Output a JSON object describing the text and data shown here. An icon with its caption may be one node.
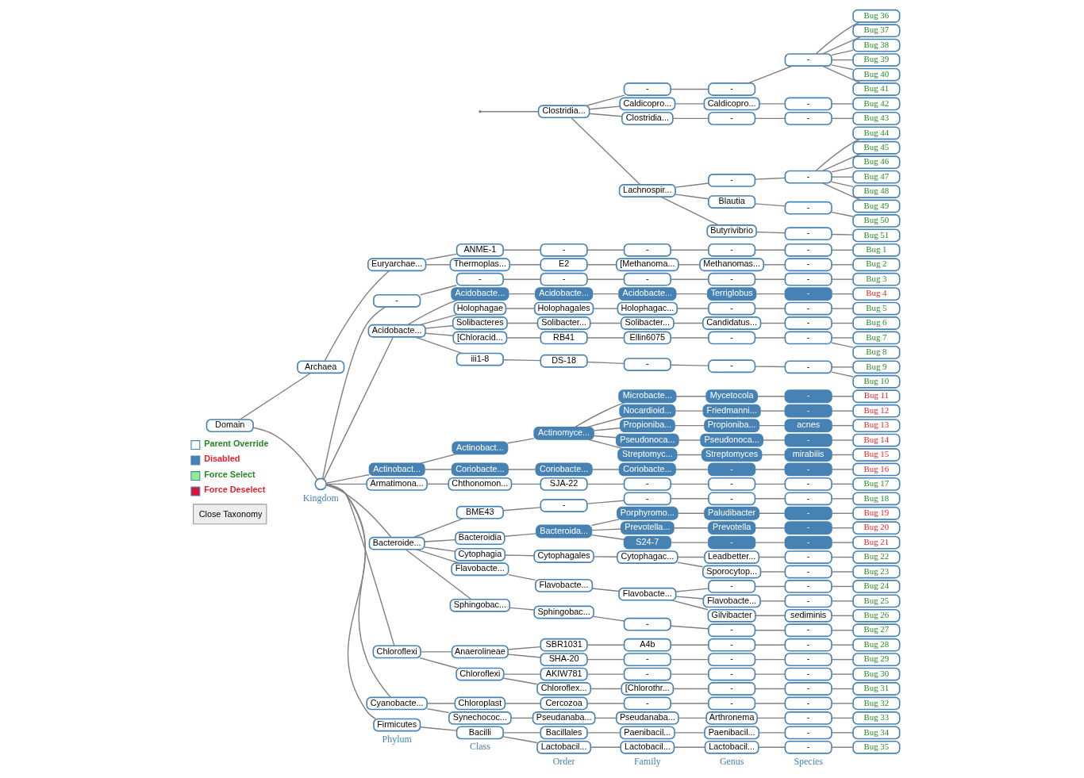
{
  "diagram": {
    "nodes": [
      {
        "text": [
          "Domain"
        ]
      },
      {
        "text": [
          "Archaea"
        ]
      },
      {
        "text": [
          "Euryarchae..."
        ]
      },
      {
        "text": [
          "ANME-1"
        ]
      },
      {
        "text": [
          "-"
        ]
      },
      {
        "text": [
          "-"
        ]
      },
      {
        "text": [
          "-"
        ]
      },
      {
        "text": [
          "-"
        ]
      },
      {
        "text": [
          "Bug 1"
        ]
      },
      {
        "text": [
          "Thermoplas..."
        ]
      },
      {
        "text": [
          "E2"
        ]
      },
      {
        "text": [
          "[Methanoma..."
        ]
      },
      {
        "text": [
          "Methanomas..."
        ]
      },
      {
        "text": [
          "-"
        ]
      },
      {
        "text": [
          "Bug 2"
        ]
      },
      {
        "text": [],
        "shape": "circle"
      },
      {
        "text": [
          "-"
        ]
      },
      {
        "text": [
          "-"
        ]
      },
      {
        "text": [
          "-"
        ]
      },
      {
        "text": [
          "-"
        ]
      },
      {
        "text": [
          "-"
        ]
      },
      {
        "text": [
          "-"
        ]
      },
      {
        "text": [
          "Bug 3"
        ]
      },
      {
        "text": [
          "Acidobacte..."
        ]
      },
      {
        "text": [
          "Acidobacte..."
        ]
      },
      {
        "text": [
          "Acidobacte..."
        ]
      },
      {
        "text": [
          "Acidobacte..."
        ]
      },
      {
        "text": [
          "Terriglobus"
        ]
      },
      {
        "text": [
          "-"
        ]
      },
      {
        "text": [
          "Bug 4"
        ]
      },
      {
        "text": [
          "Holophagae"
        ]
      },
      {
        "text": [
          "Holophagales"
        ]
      },
      {
        "text": [
          "Holophagac..."
        ]
      },
      {
        "text": [
          "-"
        ]
      },
      {
        "text": [
          "-"
        ]
      },
      {
        "text": [
          "Bug 5"
        ]
      },
      {
        "text": [
          "Solibacteres"
        ]
      },
      {
        "text": [
          "Solibacter..."
        ]
      },
      {
        "text": [
          "Solibacter..."
        ]
      },
      {
        "text": [
          "Candidatus..."
        ]
      },
      {
        "text": [
          "-"
        ]
      },
      {
        "text": [
          "Bug 6"
        ]
      },
      {
        "text": [
          "[Chloracid..."
        ]
      },
      {
        "text": [
          "RB41"
        ]
      },
      {
        "text": [
          "Ellin6075"
        ]
      },
      {
        "text": [
          "-"
        ]
      },
      {
        "text": [
          "-"
        ]
      },
      {
        "text": [
          "Bug 7"
        ]
      },
      {
        "text": [
          "Bug 8"
        ]
      },
      {
        "text": [
          "iii1-8"
        ]
      },
      {
        "text": [
          "DS-18"
        ]
      },
      {
        "text": [
          "-"
        ]
      },
      {
        "text": [
          "-"
        ]
      },
      {
        "text": [
          "-"
        ]
      },
      {
        "text": [
          "Bug 9"
        ]
      },
      {
        "text": [
          "Bug 10"
        ]
      },
      {
        "text": [
          "Actinobact..."
        ]
      },
      {
        "text": [
          "Actinobact..."
        ]
      },
      {
        "text": [
          "Actinomyce..."
        ]
      },
      {
        "text": [
          "Microbacte..."
        ]
      },
      {
        "text": [
          "Mycetocola"
        ]
      },
      {
        "text": [
          "-"
        ]
      },
      {
        "text": [
          "Bug 11"
        ]
      },
      {
        "text": [
          "Nocardioid..."
        ]
      },
      {
        "text": [
          "Friedmanni..."
        ]
      },
      {
        "text": [
          "-"
        ]
      },
      {
        "text": [
          "Bug 12"
        ]
      },
      {
        "text": [
          "Propioniba..."
        ]
      },
      {
        "text": [
          "Propioniba..."
        ]
      },
      {
        "text": [
          "acnes"
        ]
      },
      {
        "text": [
          "Bug 13"
        ]
      },
      {
        "text": [
          "Pseudonoca..."
        ]
      },
      {
        "text": [
          "Pseudonoca..."
        ]
      },
      {
        "text": [
          "-"
        ]
      },
      {
        "text": [
          "Bug 14"
        ]
      },
      {
        "text": [
          "Streptomyc..."
        ]
      },
      {
        "text": [
          "Streptomyces"
        ]
      },
      {
        "text": [
          "mirabilis"
        ]
      },
      {
        "text": [
          "Bug 15"
        ]
      },
      {
        "text": [
          "Coriobacte..."
        ]
      },
      {
        "text": [
          "Coriobacte..."
        ]
      },
      {
        "text": [
          "Coriobacte..."
        ]
      },
      {
        "text": [
          "-"
        ]
      },
      {
        "text": [
          "-"
        ]
      },
      {
        "text": [
          "Bug 16"
        ]
      },
      {
        "text": [
          "Armatimona..."
        ]
      },
      {
        "text": [
          "Chthonomon..."
        ]
      },
      {
        "text": [
          "SJA-22"
        ]
      },
      {
        "text": [
          "-"
        ]
      },
      {
        "text": [
          "-"
        ]
      },
      {
        "text": [
          "-"
        ]
      },
      {
        "text": [
          "Bug 17"
        ]
      },
      {
        "text": [
          "Bacteroide..."
        ]
      },
      {
        "text": [
          "BME43"
        ]
      },
      {
        "text": [
          "-"
        ]
      },
      {
        "text": [
          "-"
        ]
      },
      {
        "text": [
          "-"
        ]
      },
      {
        "text": [
          "-"
        ]
      },
      {
        "text": [
          "Bug 18"
        ]
      },
      {
        "text": [
          "Bacteroidia"
        ]
      },
      {
        "text": [
          "Bacteroida..."
        ]
      },
      {
        "text": [
          "Porphyromo..."
        ]
      },
      {
        "text": [
          "Paludibacter"
        ]
      },
      {
        "text": [
          "-"
        ]
      },
      {
        "text": [
          "Bug 19"
        ]
      },
      {
        "text": [
          "Prevotella..."
        ]
      },
      {
        "text": [
          "Prevotella"
        ]
      },
      {
        "text": [
          "-"
        ]
      },
      {
        "text": [
          "Bug 20"
        ]
      },
      {
        "text": [
          "S24-7"
        ]
      },
      {
        "text": [
          "-"
        ]
      },
      {
        "text": [
          "-"
        ]
      },
      {
        "text": [
          "Bug 21"
        ]
      },
      {
        "text": [
          "Cytophagia"
        ]
      },
      {
        "text": [
          "Cytophagales"
        ]
      },
      {
        "text": [
          "Cytophagac..."
        ]
      },
      {
        "text": [
          "Leadbetter..."
        ]
      },
      {
        "text": [
          "-"
        ]
      },
      {
        "text": [
          "Bug 22"
        ]
      },
      {
        "text": [
          "Sporocytop..."
        ]
      },
      {
        "text": [
          "-"
        ]
      },
      {
        "text": [
          "Bug 23"
        ]
      },
      {
        "text": [
          "Flavobacte..."
        ]
      },
      {
        "text": [
          "Flavobacte..."
        ]
      },
      {
        "text": [
          "Flavobacte..."
        ]
      },
      {
        "text": [
          "-"
        ]
      },
      {
        "text": [
          "-"
        ]
      },
      {
        "text": [
          "Bug 24"
        ]
      },
      {
        "text": [
          "Flavobacte..."
        ]
      },
      {
        "text": [
          "-"
        ]
      },
      {
        "text": [
          "Bug 25"
        ]
      },
      {
        "text": [
          "Gilvibacter"
        ]
      },
      {
        "text": [
          "sediminis"
        ]
      },
      {
        "text": [
          "Bug 26"
        ]
      },
      {
        "text": [
          "Sphingobac..."
        ]
      },
      {
        "text": [
          "Sphingobac..."
        ]
      },
      {
        "text": [
          "-"
        ]
      },
      {
        "text": [
          "-"
        ]
      },
      {
        "text": [
          "-"
        ]
      },
      {
        "text": [
          "Bug 27"
        ]
      },
      {
        "text": [
          "Chloroflexi"
        ]
      },
      {
        "text": [
          "Anaerolineae"
        ]
      },
      {
        "text": [
          "SBR1031"
        ]
      },
      {
        "text": [
          "A4b"
        ]
      },
      {
        "text": [
          "-"
        ]
      },
      {
        "text": [
          "-"
        ]
      },
      {
        "text": [
          "Bug 28"
        ]
      },
      {
        "text": [
          "SHA-20"
        ]
      },
      {
        "text": [
          "-"
        ]
      },
      {
        "text": [
          "-"
        ]
      },
      {
        "text": [
          "-"
        ]
      },
      {
        "text": [
          "Bug 29"
        ]
      },
      {
        "text": [
          "Chloroflexi"
        ]
      },
      {
        "text": [
          "AKIW781"
        ]
      },
      {
        "text": [
          "-"
        ]
      },
      {
        "text": [
          "-"
        ]
      },
      {
        "text": [
          "-"
        ]
      },
      {
        "text": [
          "Bug 30"
        ]
      },
      {
        "text": [
          "Chloroflex..."
        ]
      },
      {
        "text": [
          "[Chlorothr..."
        ]
      },
      {
        "text": [
          "-"
        ]
      },
      {
        "text": [
          "-"
        ]
      },
      {
        "text": [
          "Bug 31"
        ]
      },
      {
        "text": [
          "Cyanobacte..."
        ]
      },
      {
        "text": [
          "Chloroplast"
        ]
      },
      {
        "text": [
          "Cercozoa"
        ]
      },
      {
        "text": [
          "-"
        ]
      },
      {
        "text": [
          "-"
        ]
      },
      {
        "text": [
          "-"
        ]
      },
      {
        "text": [
          "Bug 32"
        ]
      },
      {
        "text": [
          "Synechococ..."
        ]
      },
      {
        "text": [
          "Pseudanaba..."
        ]
      },
      {
        "text": [
          "Pseudanaba..."
        ]
      },
      {
        "text": [
          "Arthronema"
        ]
      },
      {
        "text": [
          "-"
        ]
      },
      {
        "text": [
          "Bug 33"
        ]
      },
      {
        "text": [
          "Firmicutes"
        ]
      },
      {
        "text": [
          "Bacilli"
        ]
      },
      {
        "text": [
          "Bacillales"
        ]
      },
      {
        "text": [
          "Paenibacil..."
        ]
      },
      {
        "text": [
          "Paenibacil..."
        ]
      },
      {
        "text": [
          "-"
        ]
      },
      {
        "text": [
          "Bug 34"
        ]
      },
      {
        "text": [
          "Lactobacil..."
        ]
      },
      {
        "text": [
          "Lactobacil..."
        ]
      },
      {
        "text": [
          "Lactobacil..."
        ]
      },
      {
        "text": [
          "-"
        ]
      },
      {
        "text": [
          "Bug 35"
        ]
      },
      {
        "text": [
          "Clostridia..."
        ]
      },
      {
        "text": [
          "-"
        ]
      },
      {
        "text": [
          "-"
        ]
      },
      {
        "text": [
          "-"
        ]
      },
      {
        "text": [
          "Bug 36"
        ]
      },
      {
        "text": [
          "Bug 37"
        ]
      },
      {
        "text": [
          "Bug 38"
        ]
      },
      {
        "text": [
          "Bug 39"
        ]
      },
      {
        "text": [
          "Bug 40"
        ]
      },
      {
        "text": [
          "Bug 41"
        ]
      },
      {
        "text": [
          "Caldicopro..."
        ]
      },
      {
        "text": [
          "Caldicopro..."
        ]
      },
      {
        "text": [
          "-"
        ]
      },
      {
        "text": [
          "Bug 42"
        ]
      },
      {
        "text": [
          "Clostridia..."
        ]
      },
      {
        "text": [
          "-"
        ]
      },
      {
        "text": [
          "-"
        ]
      },
      {
        "text": [
          "Bug 43"
        ]
      },
      {
        "text": [
          "Lachnospir..."
        ]
      },
      {
        "text": [
          "-"
        ]
      },
      {
        "text": [
          "-"
        ]
      },
      {
        "text": [
          "Bug 44"
        ]
      },
      {
        "text": [
          "Bug 45"
        ]
      },
      {
        "text": [
          "Bug 46"
        ]
      },
      {
        "text": [
          "Bug 47"
        ]
      },
      {
        "text": [
          "Bug 48"
        ]
      },
      {
        "text": [
          "Bug 49"
        ]
      },
      {
        "text": [
          "Blautia"
        ]
      },
      {
        "text": [
          "-"
        ]
      },
      {
        "text": [
          "Bug 50"
        ]
      },
      {
        "text": [
          "Butyrivibrio"
        ]
      },
      {
        "text": [
          "-"
        ]
      },
      {
        "text": [
          "Bug 51"
        ]
      }
    ],
    "edges": [
      {
        "from": 0,
        "to": 1,
        "arrow": "none"
      },
      {
        "from": 1,
        "to": 2,
        "arrow": "none"
      },
      {
        "from": 2,
        "to": 3,
        "arrow": "none"
      },
      {
        "from": 3,
        "to": 4,
        "arrow": "none"
      },
      {
        "from": 4,
        "to": 5,
        "arrow": "none"
      },
      {
        "from": 5,
        "to": 6,
        "arrow": "none"
      },
      {
        "from": 6,
        "to": 7,
        "arrow": "none"
      },
      {
        "from": 7,
        "to": 8,
        "arrow": "none"
      },
      {
        "from": 2,
        "to": 9,
        "arrow": "none"
      },
      {
        "from": 9,
        "to": 10,
        "arrow": "none"
      },
      {
        "from": 10,
        "to": 11,
        "arrow": "none"
      },
      {
        "from": 11,
        "to": 12,
        "arrow": "none"
      },
      {
        "from": 12,
        "to": 13,
        "arrow": "none"
      },
      {
        "from": 13,
        "to": 14,
        "arrow": "none"
      },
      {
        "from": 0,
        "to": 15,
        "arrow": "none"
      },
      {
        "from": 15,
        "to": 16,
        "arrow": "none"
      },
      {
        "from": 16,
        "to": 17,
        "arrow": "none"
      },
      {
        "from": 17,
        "to": 18,
        "arrow": "none"
      },
      {
        "from": 18,
        "to": 19,
        "arrow": "none"
      },
      {
        "from": 19,
        "to": 20,
        "arrow": "none"
      },
      {
        "from": 20,
        "to": 21,
        "arrow": "none"
      },
      {
        "from": 21,
        "to": 22,
        "arrow": "none"
      },
      {
        "from": 15,
        "to": 23,
        "arrow": "none"
      },
      {
        "from": 23,
        "to": 24,
        "arrow": "none"
      },
      {
        "from": 24,
        "to": 25,
        "arrow": "none"
      },
      {
        "from": 25,
        "to": 26,
        "arrow": "none"
      },
      {
        "from": 26,
        "to": 27,
        "arrow": "none"
      },
      {
        "from": 27,
        "to": 28,
        "arrow": "none"
      },
      {
        "from": 28,
        "to": 29,
        "arrow": "none"
      },
      {
        "from": 23,
        "to": 30,
        "arrow": "none"
      },
      {
        "from": 30,
        "to": 31,
        "arrow": "none"
      },
      {
        "from": 31,
        "to": 32,
        "arrow": "none"
      },
      {
        "from": 32,
        "to": 33,
        "arrow": "none"
      },
      {
        "from": 33,
        "to": 34,
        "arrow": "none"
      },
      {
        "from": 34,
        "to": 35,
        "arrow": "none"
      },
      {
        "from": 23,
        "to": 36,
        "arrow": "none"
      },
      {
        "from": 36,
        "to": 37,
        "arrow": "none"
      },
      {
        "from": 37,
        "to": 38,
        "arrow": "none"
      },
      {
        "from": 38,
        "to": 39,
        "arrow": "none"
      },
      {
        "from": 39,
        "to": 40,
        "arrow": "none"
      },
      {
        "from": 40,
        "to": 41,
        "arrow": "none"
      },
      {
        "from": 23,
        "to": 42,
        "arrow": "none"
      },
      {
        "from": 42,
        "to": 43,
        "arrow": "none"
      },
      {
        "from": 43,
        "to": 44,
        "arrow": "none"
      },
      {
        "from": 44,
        "to": 45,
        "arrow": "none"
      },
      {
        "from": 45,
        "to": 46,
        "arrow": "none"
      },
      {
        "from": 46,
        "to": 47,
        "arrow": "none"
      },
      {
        "from": 46,
        "to": 48,
        "arrow": "none"
      },
      {
        "from": 23,
        "to": 49,
        "arrow": "none"
      },
      {
        "from": 49,
        "to": 50,
        "arrow": "none"
      },
      {
        "from": 50,
        "to": 51,
        "arrow": "none"
      },
      {
        "from": 51,
        "to": 52,
        "arrow": "none"
      },
      {
        "from": 52,
        "to": 53,
        "arrow": "none"
      },
      {
        "from": 53,
        "to": 54,
        "arrow": "none"
      },
      {
        "from": 53,
        "to": 55,
        "arrow": "none"
      },
      {
        "from": 15,
        "to": 56,
        "arrow": "none"
      },
      {
        "from": 56,
        "to": 57,
        "arrow": "none"
      },
      {
        "from": 57,
        "to": 58,
        "arrow": "none"
      },
      {
        "from": 58,
        "to": 59,
        "arrow": "none"
      },
      {
        "from": 59,
        "to": 60,
        "arrow": "none"
      },
      {
        "from": 60,
        "to": 61,
        "arrow": "none"
      },
      {
        "from": 61,
        "to": 62,
        "arrow": "none"
      },
      {
        "from": 58,
        "to": 63,
        "arrow": "none"
      },
      {
        "from": 63,
        "to": 64,
        "arrow": "none"
      },
      {
        "from": 64,
        "to": 65,
        "arrow": "none"
      },
      {
        "from": 65,
        "to": 66,
        "arrow": "none"
      },
      {
        "from": 58,
        "to": 67,
        "arrow": "none"
      },
      {
        "from": 67,
        "to": 68,
        "arrow": "none"
      },
      {
        "from": 68,
        "to": 69,
        "arrow": "none"
      },
      {
        "from": 69,
        "to": 70,
        "arrow": "none"
      },
      {
        "from": 58,
        "to": 71,
        "arrow": "none"
      },
      {
        "from": 71,
        "to": 72,
        "arrow": "none"
      },
      {
        "from": 72,
        "to": 73,
        "arrow": "none"
      },
      {
        "from": 73,
        "to": 74,
        "arrow": "none"
      },
      {
        "from": 58,
        "to": 75,
        "arrow": "none"
      },
      {
        "from": 75,
        "to": 76,
        "arrow": "none"
      },
      {
        "from": 76,
        "to": 77,
        "arrow": "none"
      },
      {
        "from": 77,
        "to": 78,
        "arrow": "none"
      },
      {
        "from": 56,
        "to": 79,
        "arrow": "none"
      },
      {
        "from": 79,
        "to": 80,
        "arrow": "none"
      },
      {
        "from": 80,
        "to": 81,
        "arrow": "none"
      },
      {
        "from": 81,
        "to": 82,
        "arrow": "none"
      },
      {
        "from": 82,
        "to": 83,
        "arrow": "none"
      },
      {
        "from": 83,
        "to": 84,
        "arrow": "none"
      },
      {
        "from": 15,
        "to": 85,
        "arrow": "none"
      },
      {
        "from": 85,
        "to": 86,
        "arrow": "none"
      },
      {
        "from": 86,
        "to": 87,
        "arrow": "none"
      },
      {
        "from": 87,
        "to": 88,
        "arrow": "none"
      },
      {
        "from": 88,
        "to": 89,
        "arrow": "none"
      },
      {
        "from": 89,
        "to": 90,
        "arrow": "none"
      },
      {
        "from": 90,
        "to": 91,
        "arrow": "none"
      },
      {
        "from": 15,
        "to": 92,
        "arrow": "none"
      },
      {
        "from": 92,
        "to": 93,
        "arrow": "none"
      },
      {
        "from": 93,
        "to": 94,
        "arrow": "none"
      },
      {
        "from": 94,
        "to": 95,
        "arrow": "none"
      },
      {
        "from": 95,
        "to": 96,
        "arrow": "none"
      },
      {
        "from": 96,
        "to": 97,
        "arrow": "none"
      },
      {
        "from": 97,
        "to": 98,
        "arrow": "none"
      },
      {
        "from": 92,
        "to": 99,
        "arrow": "none"
      },
      {
        "from": 99,
        "to": 100,
        "arrow": "none"
      },
      {
        "from": 100,
        "to": 101,
        "arrow": "none"
      },
      {
        "from": 101,
        "to": 102,
        "arrow": "none"
      },
      {
        "from": 102,
        "to": 103,
        "arrow": "none"
      },
      {
        "from": 103,
        "to": 104,
        "arrow": "none"
      },
      {
        "from": 100,
        "to": 105,
        "arrow": "none"
      },
      {
        "from": 105,
        "to": 106,
        "arrow": "none"
      },
      {
        "from": 106,
        "to": 107,
        "arrow": "none"
      },
      {
        "from": 107,
        "to": 108,
        "arrow": "none"
      },
      {
        "from": 100,
        "to": 109,
        "arrow": "none"
      },
      {
        "from": 109,
        "to": 110,
        "arrow": "none"
      },
      {
        "from": 110,
        "to": 111,
        "arrow": "none"
      },
      {
        "from": 111,
        "to": 112,
        "arrow": "none"
      },
      {
        "from": 92,
        "to": 113,
        "arrow": "none"
      },
      {
        "from": 113,
        "to": 114,
        "arrow": "none"
      },
      {
        "from": 114,
        "to": 115,
        "arrow": "none"
      },
      {
        "from": 115,
        "to": 116,
        "arrow": "none"
      },
      {
        "from": 116,
        "to": 117,
        "arrow": "none"
      },
      {
        "from": 117,
        "to": 118,
        "arrow": "none"
      },
      {
        "from": 115,
        "to": 119,
        "arrow": "none"
      },
      {
        "from": 119,
        "to": 120,
        "arrow": "none"
      },
      {
        "from": 120,
        "to": 121,
        "arrow": "none"
      },
      {
        "from": 92,
        "to": 122,
        "arrow": "none"
      },
      {
        "from": 122,
        "to": 123,
        "arrow": "none"
      },
      {
        "from": 123,
        "to": 124,
        "arrow": "none"
      },
      {
        "from": 124,
        "to": 125,
        "arrow": "none"
      },
      {
        "from": 125,
        "to": 126,
        "arrow": "none"
      },
      {
        "from": 126,
        "to": 127,
        "arrow": "none"
      },
      {
        "from": 124,
        "to": 128,
        "arrow": "none"
      },
      {
        "from": 128,
        "to": 129,
        "arrow": "none"
      },
      {
        "from": 129,
        "to": 130,
        "arrow": "none"
      },
      {
        "from": 124,
        "to": 131,
        "arrow": "none"
      },
      {
        "from": 131,
        "to": 132,
        "arrow": "none"
      },
      {
        "from": 132,
        "to": 133,
        "arrow": "none"
      },
      {
        "from": 92,
        "to": 134,
        "arrow": "none"
      },
      {
        "from": 134,
        "to": 135,
        "arrow": "none"
      },
      {
        "from": 135,
        "to": 136,
        "arrow": "none"
      },
      {
        "from": 136,
        "to": 137,
        "arrow": "none"
      },
      {
        "from": 137,
        "to": 138,
        "arrow": "none"
      },
      {
        "from": 138,
        "to": 139,
        "arrow": "none"
      },
      {
        "from": 15,
        "to": 140,
        "arrow": "none"
      },
      {
        "from": 140,
        "to": 141,
        "arrow": "none"
      },
      {
        "from": 141,
        "to": 142,
        "arrow": "none"
      },
      {
        "from": 142,
        "to": 143,
        "arrow": "none"
      },
      {
        "from": 143,
        "to": 144,
        "arrow": "none"
      },
      {
        "from": 144,
        "to": 145,
        "arrow": "none"
      },
      {
        "from": 145,
        "to": 146,
        "arrow": "none"
      },
      {
        "from": 141,
        "to": 147,
        "arrow": "none"
      },
      {
        "from": 147,
        "to": 148,
        "arrow": "none"
      },
      {
        "from": 148,
        "to": 149,
        "arrow": "none"
      },
      {
        "from": 149,
        "to": 150,
        "arrow": "none"
      },
      {
        "from": 150,
        "to": 151,
        "arrow": "none"
      },
      {
        "from": 140,
        "to": 152,
        "arrow": "none"
      },
      {
        "from": 152,
        "to": 153,
        "arrow": "none"
      },
      {
        "from": 153,
        "to": 154,
        "arrow": "none"
      },
      {
        "from": 154,
        "to": 155,
        "arrow": "none"
      },
      {
        "from": 155,
        "to": 156,
        "arrow": "none"
      },
      {
        "from": 156,
        "to": 157,
        "arrow": "none"
      },
      {
        "from": 152,
        "to": 158,
        "arrow": "none"
      },
      {
        "from": 158,
        "to": 159,
        "arrow": "none"
      },
      {
        "from": 159,
        "to": 160,
        "arrow": "none"
      },
      {
        "from": 160,
        "to": 161,
        "arrow": "none"
      },
      {
        "from": 161,
        "to": 162,
        "arrow": "none"
      },
      {
        "from": 15,
        "to": 163,
        "arrow": "none"
      },
      {
        "from": 163,
        "to": 164,
        "arrow": "none"
      },
      {
        "from": 164,
        "to": 165,
        "arrow": "none"
      },
      {
        "from": 165,
        "to": 166,
        "arrow": "none"
      },
      {
        "from": 166,
        "to": 167,
        "arrow": "none"
      },
      {
        "from": 167,
        "to": 168,
        "arrow": "none"
      },
      {
        "from": 168,
        "to": 169,
        "arrow": "none"
      },
      {
        "from": 163,
        "to": 170,
        "arrow": "none"
      },
      {
        "from": 170,
        "to": 171,
        "arrow": "none"
      },
      {
        "from": 171,
        "to": 172,
        "arrow": "none"
      },
      {
        "from": 172,
        "to": 173,
        "arrow": "none"
      },
      {
        "from": 173,
        "to": 174,
        "arrow": "none"
      },
      {
        "from": 174,
        "to": 175,
        "arrow": "none"
      },
      {
        "from": 15,
        "to": 176,
        "arrow": "none"
      },
      {
        "from": 176,
        "to": 177,
        "arrow": "none"
      },
      {
        "from": 177,
        "to": 178,
        "arrow": "none"
      },
      {
        "from": 178,
        "to": 179,
        "arrow": "none"
      },
      {
        "from": 179,
        "to": 180,
        "arrow": "none"
      },
      {
        "from": 180,
        "to": 181,
        "arrow": "none"
      },
      {
        "from": 181,
        "to": 182,
        "arrow": "none"
      },
      {
        "from": 177,
        "to": 183,
        "arrow": "none"
      },
      {
        "from": 183,
        "to": 184,
        "arrow": "none"
      },
      {
        "from": 184,
        "to": 185,
        "arrow": "none"
      },
      {
        "from": 185,
        "to": 186,
        "arrow": "none"
      },
      {
        "from": 186,
        "to": 187,
        "arrow": "none"
      },
      {
        "from": null,
        "to": 188,
        "arrow": "none"
      },
      {
        "from": 188,
        "to": 189,
        "arrow": "none"
      },
      {
        "from": 189,
        "to": 190,
        "arrow": "none"
      },
      {
        "from": 190,
        "to": 191,
        "arrow": "none"
      },
      {
        "from": 191,
        "to": 192,
        "arrow": "none"
      },
      {
        "from": 191,
        "to": 193,
        "arrow": "none"
      },
      {
        "from": 191,
        "to": 194,
        "arrow": "none"
      },
      {
        "from": 191,
        "to": 195,
        "arrow": "none"
      },
      {
        "from": 191,
        "to": 196,
        "arrow": "none"
      },
      {
        "from": 191,
        "to": 197,
        "arrow": "none"
      },
      {
        "from": 188,
        "to": 198,
        "arrow": "none"
      },
      {
        "from": 198,
        "to": 199,
        "arrow": "none"
      },
      {
        "from": 199,
        "to": 200,
        "arrow": "none"
      },
      {
        "from": 200,
        "to": 201,
        "arrow": "none"
      },
      {
        "from": 188,
        "to": 202,
        "arrow": "none"
      },
      {
        "from": 202,
        "to": 203,
        "arrow": "none"
      },
      {
        "from": 203,
        "to": 204,
        "arrow": "none"
      },
      {
        "from": 204,
        "to": 205,
        "arrow": "none"
      },
      {
        "from": 188,
        "to": 206,
        "arrow": "none"
      },
      {
        "from": 206,
        "to": 207,
        "arrow": "none"
      },
      {
        "from": 207,
        "to": 208,
        "arrow": "none"
      },
      {
        "from": 208,
        "to": 209,
        "arrow": "none"
      },
      {
        "from": 208,
        "to": 210,
        "arrow": "none"
      },
      {
        "from": 208,
        "to": 211,
        "arrow": "none"
      },
      {
        "from": 208,
        "to": 212,
        "arrow": "none"
      },
      {
        "from": 208,
        "to": 213,
        "arrow": "none"
      },
      {
        "from": 208,
        "to": 214,
        "arrow": "none"
      },
      {
        "from": 206,
        "to": 215,
        "arrow": "none"
      },
      {
        "from": 215,
        "to": 216,
        "arrow": "none"
      },
      {
        "from": 216,
        "to": 217,
        "arrow": "none"
      },
      {
        "from": 206,
        "to": 218,
        "arrow": "none"
      },
      {
        "from": 218,
        "to": 219,
        "arrow": "none"
      },
      {
        "from": 219,
        "to": 220,
        "arrow": "none"
      }
    ],
    "labels": [
      "Close Taxonomy",
      "Kingdom",
      "Phylum",
      "Class",
      "Order",
      "Family",
      "Genus",
      "Species"
    ],
    "legend": [
      {
        "text": "Parent Override",
        "color": "#ffffff"
      },
      {
        "text": "Disabled",
        "color": "#4682b4"
      },
      {
        "text": "Force Select",
        "color": "#90ee90"
      },
      {
        "text": "Force Deselect",
        "color": "#dc143c"
      }
    ]
  }
}
